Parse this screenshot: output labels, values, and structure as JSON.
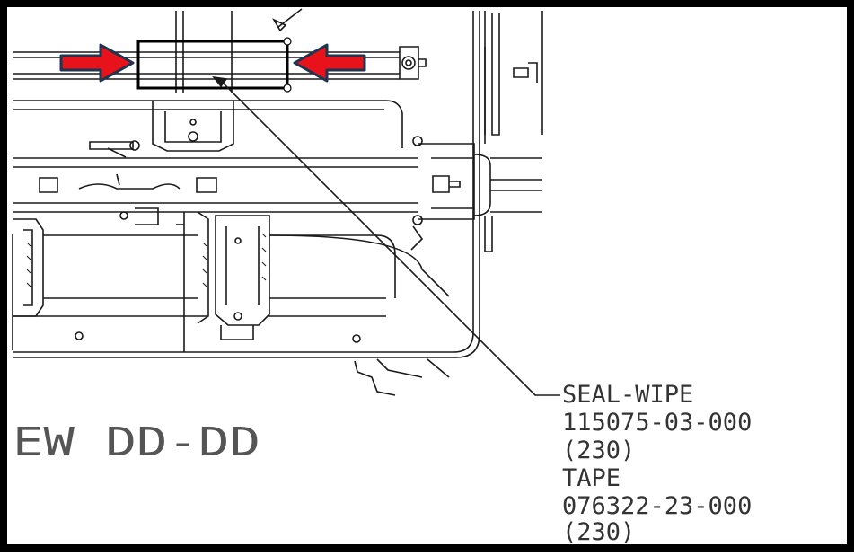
{
  "view_label": "EW DD-DD",
  "callout": {
    "lines": [
      "SEAL-WIPE",
      "115075-03-000",
      "(230)",
      "TAPE",
      "076322-23-000",
      "(230)"
    ]
  },
  "colors": {
    "frame": "#000000",
    "line": "#1a1a1a",
    "arrow_fill": "#e8121a",
    "arrow_outline": "#1d3550",
    "text": "#333333",
    "view_text": "#555555"
  },
  "icons": {
    "left_arrow": "red-arrow-right-icon",
    "right_arrow": "red-arrow-left-icon",
    "highlight": "highlight-box"
  }
}
